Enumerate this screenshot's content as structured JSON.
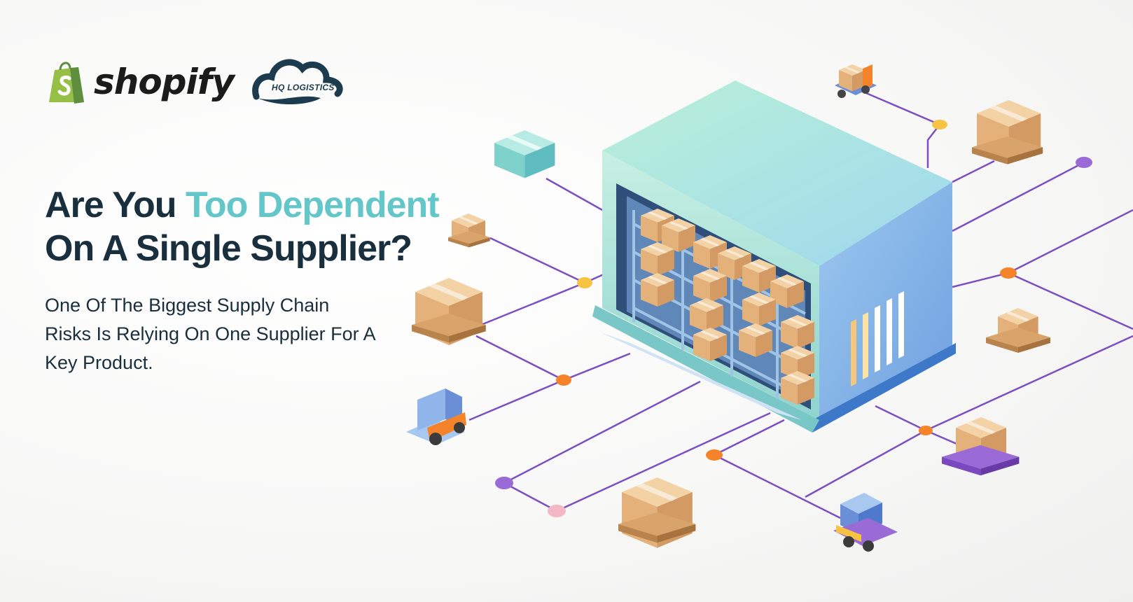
{
  "brand": {
    "shopify_name": "shopify",
    "hq_name": "HQ LOGISTICS"
  },
  "headline": {
    "line1_prefix": "Are You ",
    "line1_accent": "Too Dependent",
    "line2": "On A Single Supplier?"
  },
  "subtext": {
    "line1": "One Of The Biggest Supply Chain",
    "line2": "Risks Is Relying On One Supplier For A",
    "line3": "Key Product."
  },
  "colors": {
    "accent": "#63c6c9",
    "text": "#1a2f3d",
    "network_line": "#7b4fc2",
    "node_orange": "#f4832a",
    "node_yellow": "#f6c342",
    "node_purple": "#9a6ad6",
    "node_pink": "#f4b7c4",
    "shopify_green": "#95bf47"
  },
  "icons": [
    "shopify-bag-icon",
    "cloud-icon",
    "warehouse-icon",
    "box-icon",
    "pallet-icon",
    "forklift-icon"
  ]
}
